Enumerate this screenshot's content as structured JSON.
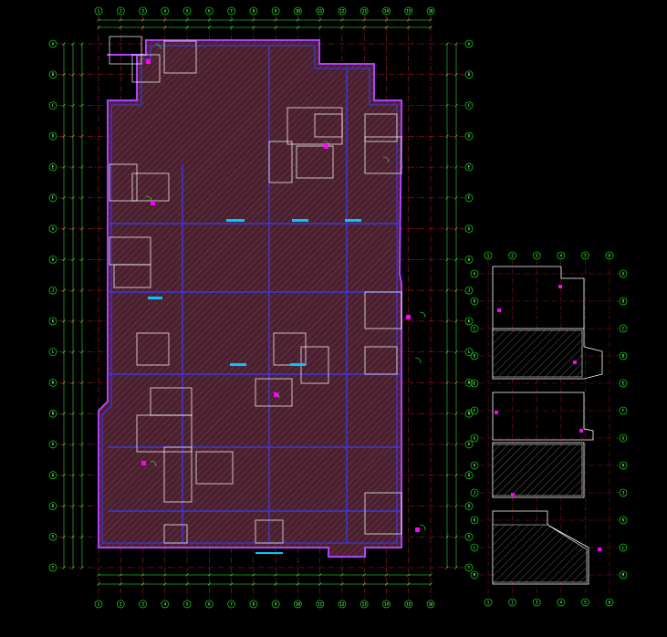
{
  "drawing": {
    "background": "#000000",
    "colors": {
      "grid": "#00d000",
      "axis_red": "#c8202c",
      "floor_fill": "#4a2030",
      "wall_blue": "#3a3aff",
      "wall_purple": "#b040ff",
      "partition_white": "#ffffff",
      "dimension_green": "#38ff38",
      "label_magenta": "#ff00ff",
      "label_cyan": "#00c8ff"
    },
    "main_plan": {
      "top_axis_labels": [
        "1",
        "2",
        "3",
        "4",
        "5",
        "6",
        "7",
        "8",
        "9",
        "10",
        "11",
        "12",
        "13",
        "14",
        "15",
        "16"
      ],
      "bottom_axis_labels": [
        "1",
        "2",
        "3",
        "4",
        "5",
        "6",
        "7",
        "8",
        "9",
        "10",
        "11",
        "12",
        "13",
        "14",
        "15",
        "16"
      ],
      "left_axis_labels": [
        "A",
        "B",
        "C",
        "D",
        "E",
        "F",
        "G",
        "H",
        "J",
        "K",
        "L",
        "M",
        "N",
        "P",
        "Q",
        "R",
        "S",
        "T"
      ],
      "right_axis_labels": [
        "A",
        "B",
        "C",
        "D",
        "E",
        "F",
        "G",
        "H",
        "J",
        "K",
        "L",
        "M",
        "N",
        "P",
        "Q",
        "R",
        "S",
        "T"
      ],
      "title": "",
      "subtitle": ""
    },
    "key_plan": {
      "top_axis_labels": [
        "1",
        "2",
        "3",
        "4",
        "5",
        "6"
      ],
      "bottom_axis_labels": [
        "1",
        "2",
        "3",
        "4",
        "5",
        "6"
      ],
      "left_axis_labels": [
        "A",
        "B",
        "C",
        "D",
        "E",
        "F",
        "G",
        "H",
        "J",
        "K",
        "L",
        "M"
      ],
      "right_axis_labels": [
        "A",
        "B",
        "C",
        "D",
        "E",
        "F",
        "G",
        "H",
        "J",
        "K",
        "L",
        "M"
      ],
      "title": ""
    }
  }
}
